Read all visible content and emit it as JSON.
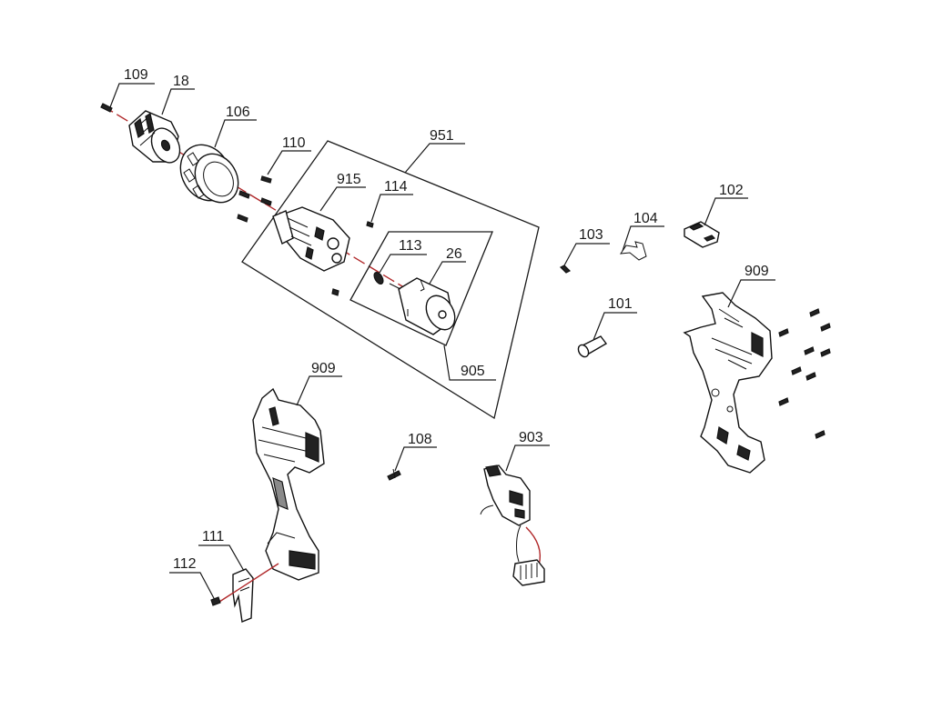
{
  "diagram": {
    "type": "exploded-parts-diagram",
    "subject": "cordless drill",
    "axis_color": "#b0282a",
    "line_color": "#1a1a1a",
    "groups": [
      {
        "id": "951",
        "label": "951",
        "contains": [
          "915",
          "114",
          "905"
        ]
      },
      {
        "id": "905",
        "label": "905",
        "contains": [
          "113",
          "26"
        ]
      }
    ],
    "parts": [
      {
        "id": "109",
        "label": "109",
        "description": "chuck screw"
      },
      {
        "id": "18",
        "label": "18",
        "description": "chuck"
      },
      {
        "id": "106",
        "label": "106",
        "description": "torque ring"
      },
      {
        "id": "110",
        "label": "110",
        "description": "screws"
      },
      {
        "id": "951",
        "label": "951",
        "description": "gearbox and motor assembly"
      },
      {
        "id": "915",
        "label": "915",
        "description": "gearbox"
      },
      {
        "id": "114",
        "label": "114",
        "description": "screw"
      },
      {
        "id": "113",
        "label": "113",
        "description": "pinion"
      },
      {
        "id": "26",
        "label": "26",
        "description": "motor"
      },
      {
        "id": "905",
        "label": "905",
        "description": "motor assembly"
      },
      {
        "id": "103",
        "label": "103",
        "description": "pin"
      },
      {
        "id": "104",
        "label": "104",
        "description": "spring"
      },
      {
        "id": "102",
        "label": "102",
        "description": "switch slider"
      },
      {
        "id": "101",
        "label": "101",
        "description": "direction lever"
      },
      {
        "id": "909-right",
        "label": "909",
        "description": "housing half (right)"
      },
      {
        "id": "909-left",
        "label": "909",
        "description": "housing half (left)"
      },
      {
        "id": "108",
        "label": "108",
        "description": "clip"
      },
      {
        "id": "903",
        "label": "903",
        "description": "switch"
      },
      {
        "id": "111",
        "label": "111",
        "description": "belt hook"
      },
      {
        "id": "112",
        "label": "112",
        "description": "belt hook screw"
      }
    ]
  }
}
